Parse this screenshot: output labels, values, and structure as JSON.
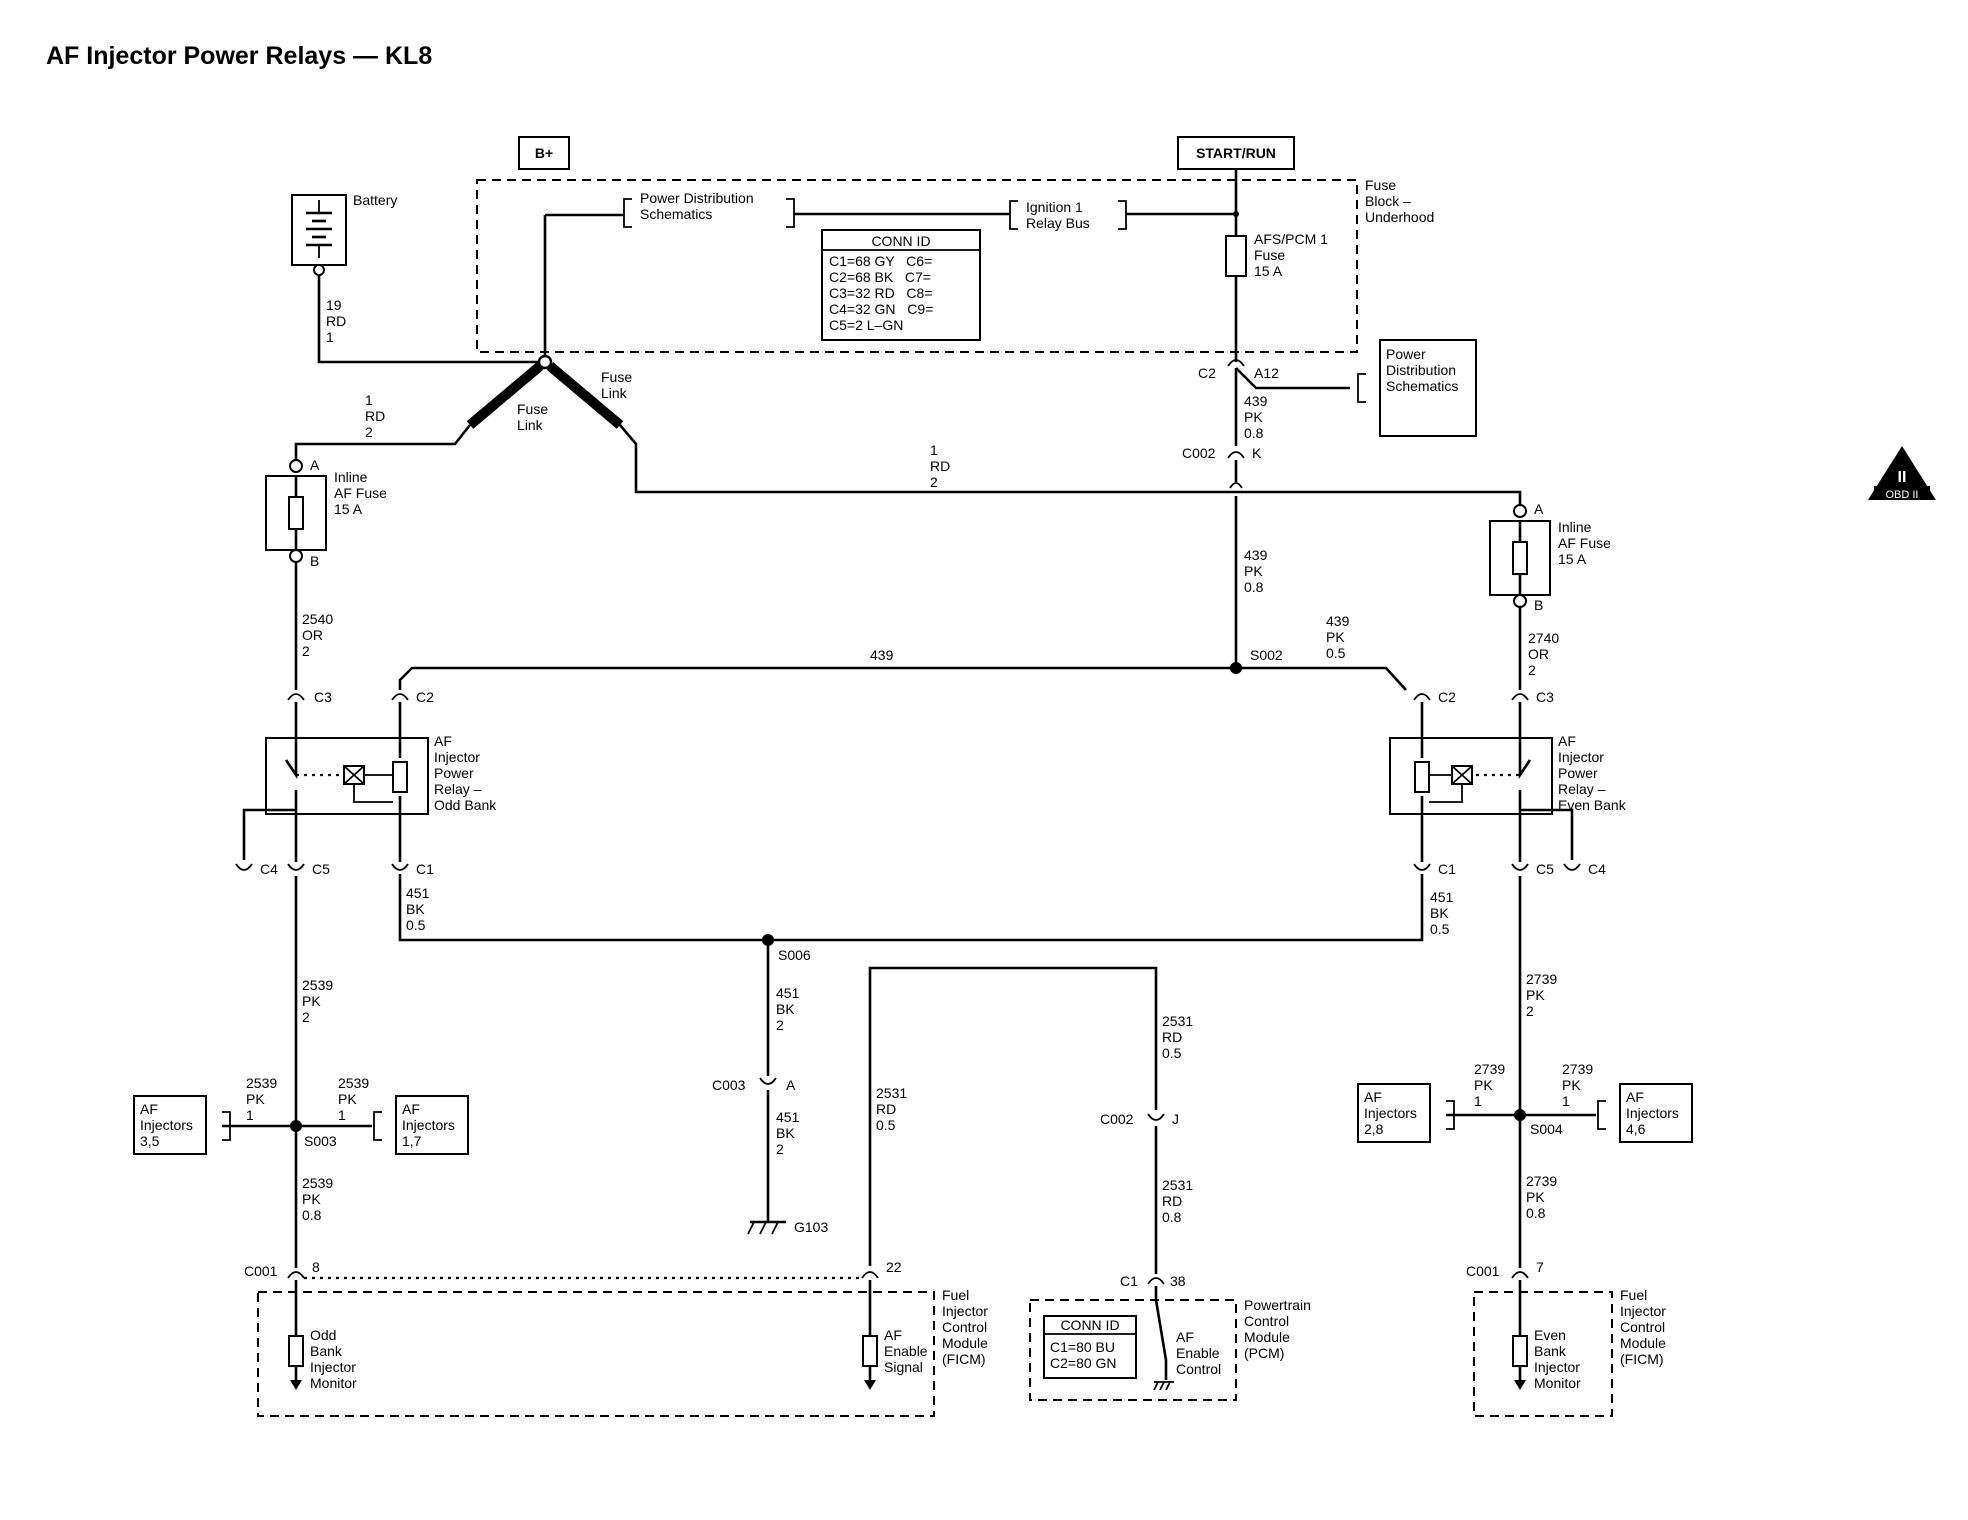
{
  "title": "AF Injector Power Relays — KL8",
  "power_labels": {
    "bplus": "B+",
    "start_run": "START/RUN"
  },
  "fuse_block": {
    "line1": "Fuse",
    "line2": "Block –",
    "line3": "Underhood"
  },
  "conn_id_fuse_block": {
    "header": "CONN ID",
    "rows": [
      "C1=68 GY   C6=",
      "C2=68 BK   C7=",
      "C3=32 RD   C8=",
      "C4=32 GN   C9=",
      "C5=2 L–GN"
    ]
  },
  "power_dist_top": [
    "Power Distribution",
    "Schematics"
  ],
  "ignition_bus": [
    "Ignition 1",
    "Relay Bus"
  ],
  "afs_fuse": [
    "AFS/PCM 1",
    "Fuse",
    "15 A"
  ],
  "battery": "Battery",
  "wire_19rd": [
    "19",
    "RD",
    "1"
  ],
  "fuse_link": [
    "Fuse",
    "Link"
  ],
  "power_dist_right": [
    "Power",
    "Distribution",
    "Schematics"
  ],
  "c2_a12": {
    "c": "C2",
    "pin": "A12"
  },
  "c002_k": {
    "c": "C002",
    "pin": "K"
  },
  "wire_439_top": [
    "439",
    "PK",
    "0.8"
  ],
  "wire_439_mid": [
    "439",
    "PK",
    "0.8"
  ],
  "wire_1rd_left": [
    "1",
    "RD",
    "2"
  ],
  "wire_1rd_mid": [
    "1",
    "RD",
    "2"
  ],
  "fuse_left": {
    "a": "A",
    "b": "B",
    "label": [
      "Inline",
      "AF Fuse",
      "15 A"
    ]
  },
  "fuse_right": {
    "a": "A",
    "b": "B",
    "label": [
      "Inline",
      "AF Fuse",
      "15 A"
    ]
  },
  "wire_2540": [
    "2540",
    "OR",
    "2"
  ],
  "wire_2740": [
    "2740",
    "OR",
    "2"
  ],
  "wire_439_bus": "439",
  "wire_439_right": [
    "439",
    "PK",
    "0.5"
  ],
  "splice_s002": "S002",
  "relay_odd": {
    "label": [
      "AF",
      "Injector",
      "Power",
      "Relay –",
      "Odd Bank"
    ],
    "c3": "C3",
    "c2": "C2",
    "c4": "C4",
    "c5": "C5",
    "c1": "C1"
  },
  "relay_even": {
    "label": [
      "AF",
      "Injector",
      "Power",
      "Relay –",
      "Even Bank"
    ],
    "c3": "C3",
    "c2": "C2",
    "c4": "C4",
    "c5": "C5",
    "c1": "C1"
  },
  "wire_451_left": [
    "451",
    "BK",
    "0.5"
  ],
  "wire_451_right": [
    "451",
    "BK",
    "0.5"
  ],
  "splice_s006": "S006",
  "wire_451_down": [
    "451",
    "BK",
    "2"
  ],
  "wire_451_ground": [
    "451",
    "BK",
    "2"
  ],
  "c003_a": {
    "c": "C003",
    "pin": "A"
  },
  "ground": "G103",
  "wire_2539_top": [
    "2539",
    "PK",
    "2"
  ],
  "wire_2539_left": [
    "2539",
    "PK",
    "1"
  ],
  "wire_2539_right": [
    "2539",
    "PK",
    "1"
  ],
  "wire_2539_bottom": [
    "2539",
    "PK",
    "0.8"
  ],
  "splice_s003": "S003",
  "af_inj_35": [
    "AF",
    "Injectors",
    "3,5"
  ],
  "af_inj_17": [
    "AF",
    "Injectors",
    "1,7"
  ],
  "wire_2739_top": [
    "2739",
    "PK",
    "2"
  ],
  "wire_2739_left": [
    "2739",
    "PK",
    "1"
  ],
  "wire_2739_right": [
    "2739",
    "PK",
    "1"
  ],
  "wire_2739_bottom": [
    "2739",
    "PK",
    "0.8"
  ],
  "splice_s004": "S004",
  "af_inj_28": [
    "AF",
    "Injectors",
    "2,8"
  ],
  "af_inj_46": [
    "AF",
    "Injectors",
    "4,6"
  ],
  "wire_2531_left": [
    "2531",
    "RD",
    "0.5"
  ],
  "wire_2531_top": [
    "2531",
    "RD",
    "0.5"
  ],
  "wire_2531_bottom": [
    "2531",
    "RD",
    "0.8"
  ],
  "c002_j": {
    "c": "C002",
    "pin": "J"
  },
  "c001_8": {
    "c": "C001",
    "pin": "8"
  },
  "c001_22": "22",
  "c001_7": {
    "c": "C001",
    "pin": "7"
  },
  "c1_38": {
    "c": "C1",
    "pin": "38"
  },
  "ficm_left": {
    "label": [
      "Fuel",
      "Injector",
      "Control",
      "Module",
      "(FICM)"
    ],
    "odd_monitor": [
      "Odd",
      "Bank",
      "Injector",
      "Monitor"
    ],
    "enable": [
      "AF",
      "Enable",
      "Signal"
    ]
  },
  "ficm_right": {
    "label": [
      "Fuel",
      "Injector",
      "Control",
      "Module",
      "(FICM)"
    ],
    "even_monitor": [
      "Even",
      "Bank",
      "Injector",
      "Monitor"
    ]
  },
  "pcm": {
    "label": [
      "Powertrain",
      "Control",
      "Module",
      "(PCM)"
    ],
    "control": [
      "AF",
      "Enable",
      "Control"
    ],
    "conn_header": "CONN ID",
    "conn_rows": [
      "C1=80 BU",
      "C2=80 GN"
    ]
  },
  "obd": {
    "top": "II",
    "bottom": "OBD II"
  }
}
